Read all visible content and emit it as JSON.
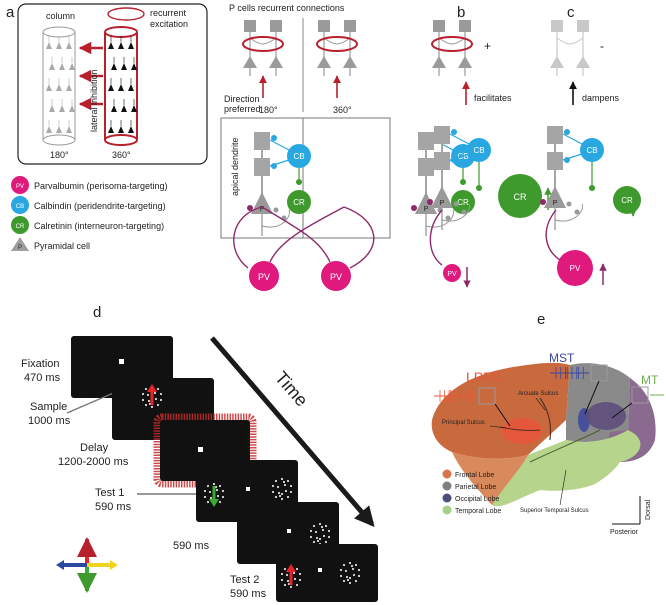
{
  "panel_letters": {
    "a": "a",
    "b": "b",
    "c": "c",
    "d": "d",
    "e": "e"
  },
  "panel_a": {
    "column_label": "column",
    "recurrent_label_1": "recurrent",
    "recurrent_label_2": "excitation",
    "lateral_inhibition": "lateral inhibition",
    "deg_180": "180°",
    "deg_360": "360°",
    "circuit_title": "P cells recurrent connections",
    "direction_1": "Direction",
    "direction_2": "preferred",
    "arrow_180": "180°",
    "arrow_360": "360°",
    "apical_dendrite": "apical dendrite",
    "legend": [
      {
        "abbr": "PV",
        "label": "Parvalbumin (perisoma-targeting)",
        "color": "#e0197d"
      },
      {
        "abbr": "CB",
        "label": "Calbindin (peridendrite-targeting)",
        "color": "#29a7e1"
      },
      {
        "abbr": "CR",
        "label": "Calretinin (interneuron-targeting)",
        "color": "#3f9a2e"
      },
      {
        "abbr": "P",
        "label": "Pyramidal cell",
        "color": "#9e9e9e"
      }
    ],
    "cell_labels": {
      "cb": "CB",
      "cr": "CR",
      "p": "P",
      "pv": "PV"
    }
  },
  "panel_b": {
    "sign": "+",
    "effect": "facilitates"
  },
  "panel_c": {
    "sign": "-",
    "effect": "dampens"
  },
  "panel_d": {
    "time_label": "Time",
    "stages": [
      {
        "name": "Fixation",
        "duration": "470 ms"
      },
      {
        "name": "Sample",
        "duration": "1000 ms"
      },
      {
        "name": "Delay",
        "duration": "1200-2000 ms"
      },
      {
        "name": "Test 1",
        "duration": "590 ms"
      },
      {
        "name": "",
        "duration": "590 ms"
      },
      {
        "name": "Test 2",
        "duration": "590 ms"
      }
    ],
    "colors": {
      "up": "#e8232a",
      "down": "#3aaa35",
      "left": "#2b4a9e",
      "right": "#f2d31b",
      "delay_frame": "#c62a2a"
    }
  },
  "panel_e": {
    "areas": {
      "lpfc": "LPFC",
      "mst": "MST",
      "mt": "MT"
    },
    "sulci": {
      "arcuate": "Arcuate Sulcus",
      "principal": "Principal Sulcus",
      "superior_temporal": "Superior Temporal Sulcus"
    },
    "lobes": [
      {
        "label": "Frontal Lobe",
        "color": "#d9744a"
      },
      {
        "label": "Parietal Lobe",
        "color": "#7f7f7f"
      },
      {
        "label": "Occipital Lobe",
        "color": "#4d4f78"
      },
      {
        "label": "Temporal Lobe",
        "color": "#a6d18a"
      }
    ],
    "orientation": {
      "dorsal": "Dorsal",
      "posterior": "Posterior"
    },
    "colors": {
      "lpfc": "#e8553a",
      "mst": "#3a45a0",
      "mt": "#6bb04c"
    }
  }
}
